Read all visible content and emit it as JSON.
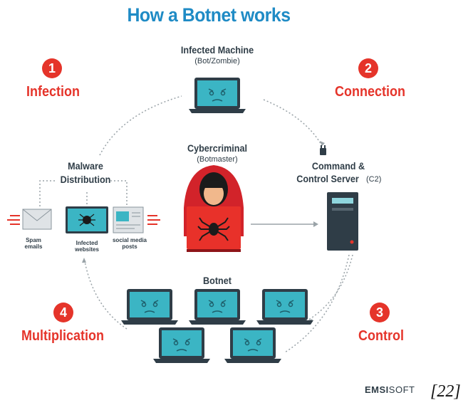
{
  "title": "How a Botnet works",
  "steps": [
    {
      "number": "1",
      "label": "Infection"
    },
    {
      "number": "2",
      "label": "Connection"
    },
    {
      "number": "3",
      "label": "Control"
    },
    {
      "number": "4",
      "label": "Multiplication"
    }
  ],
  "nodes": {
    "infected_machine": {
      "label": "Infected Machine",
      "sub": "(Bot/Zombie)"
    },
    "cybercriminal": {
      "label": "Cybercriminal",
      "sub": "(Botmaster)"
    },
    "c2": {
      "label_line1": "Command &",
      "label_line2": "Control Server",
      "sub": "(C2)"
    },
    "malware": {
      "label_line1": "Malware",
      "label_line2": "Distribution"
    },
    "botnet": {
      "label": "Botnet"
    }
  },
  "distribution": {
    "spam": [
      "Spam",
      "emails"
    ],
    "websites": [
      "Infected",
      "websites"
    ],
    "social": [
      "social media",
      "posts"
    ]
  },
  "brand": {
    "bold": "EMSI",
    "light": "SOFT"
  },
  "citation": "[22]",
  "colors": {
    "title": "#1f8bc5",
    "step": "#e5342a",
    "screen": "#3bb5c4",
    "dark": "#2f3d47"
  }
}
